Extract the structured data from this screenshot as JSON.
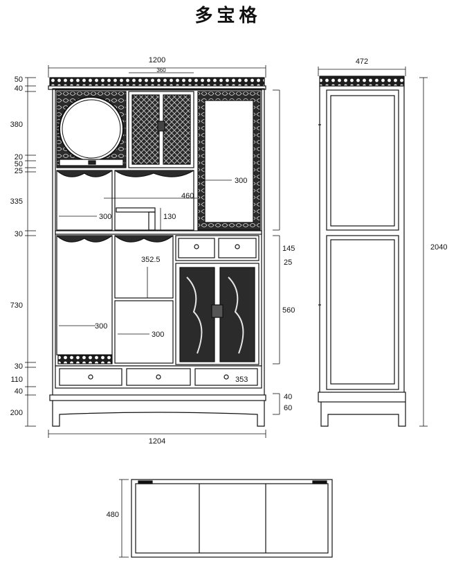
{
  "title": "多宝格",
  "front": {
    "width_top": "1200",
    "width_inner_top": "360",
    "width_bottom": "1204",
    "left_dims": [
      "50",
      "40",
      "380",
      "20",
      "50",
      "25",
      "335",
      "30",
      "730",
      "30",
      "110",
      "40",
      "200"
    ],
    "inner_labels": {
      "round_shelf_h": "300",
      "mid_shelf_w": "460",
      "mid_small": "130",
      "left_shelf_w": "300",
      "center_upper": "352.5",
      "center_lower": "300",
      "left_lower": "300",
      "drawer_w": "353"
    },
    "right_dims": [
      "145",
      "25",
      "560",
      "40",
      "60"
    ]
  },
  "side": {
    "depth": "472",
    "height": "2040"
  },
  "plan": {
    "depth": "480"
  }
}
